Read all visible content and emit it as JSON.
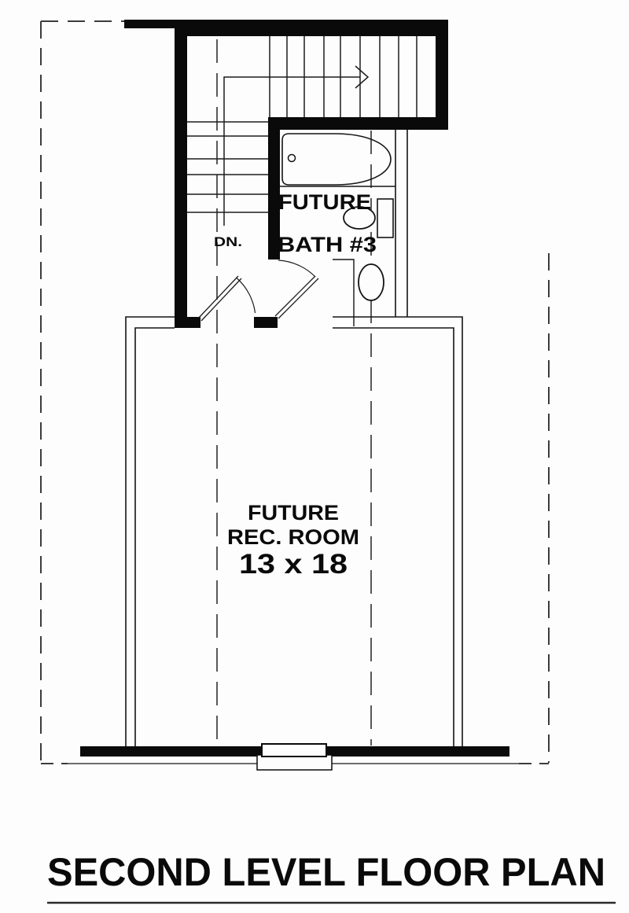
{
  "plan": {
    "stair_label": "DN.",
    "bath": {
      "line1": "FUTURE",
      "line2": "BATH #3"
    },
    "rec_room": {
      "line1": "FUTURE",
      "line2": "REC. ROOM",
      "dimensions": "13 x 18"
    },
    "title": "SECOND LEVEL FLOOR PLAN",
    "colors": {
      "ink": "#0a0a0a",
      "dashed_line": "#3c3c3c",
      "background": "#fdfdfd"
    }
  }
}
